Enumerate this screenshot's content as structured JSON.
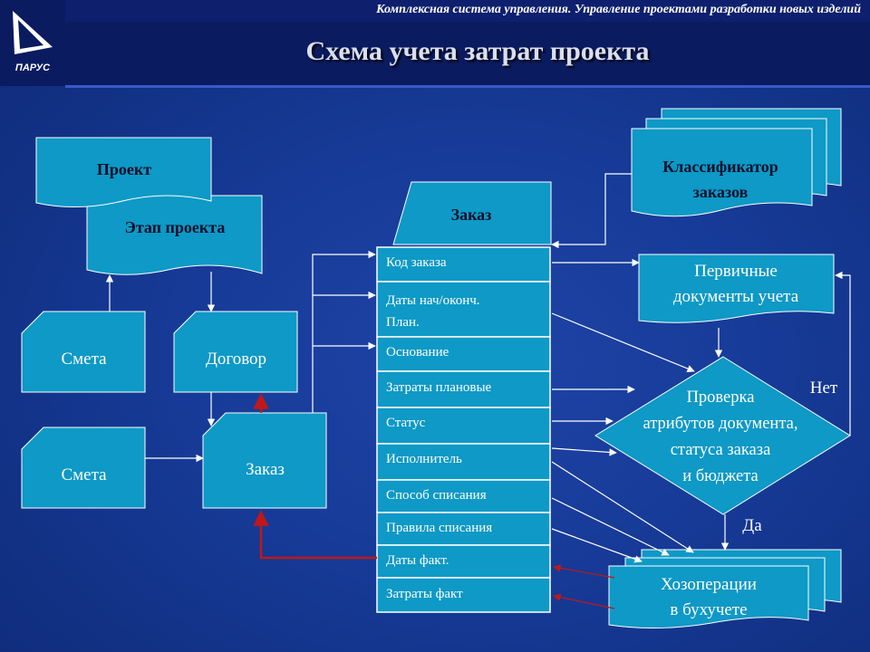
{
  "header": {
    "subtitle": "Комплексная система управления. Управление проектами разработки новых изделий"
  },
  "title": "Схема учета затрат проекта",
  "logo": {
    "icon": "sail-logo-icon",
    "text": "ПАРУС"
  },
  "colors": {
    "shape": "#0e99c6",
    "bg": "#163a96",
    "band": "#0b1b60",
    "arrow_white": "#ffffff",
    "arrow_red": "#c01818"
  },
  "nodes": {
    "project": "Проект",
    "project_stage": "Этап проекта",
    "estimate_1": "Смета",
    "contract": "Договор",
    "estimate_2": "Смета",
    "order_small": "Заказ",
    "order_header": "Заказ",
    "classifier": [
      "Классификатор",
      "заказов"
    ],
    "primary_docs": [
      "Первичные",
      "документы учета"
    ],
    "check": [
      "Проверка",
      "атрибутов документа,",
      "статуса заказа",
      "и бюджета"
    ],
    "no": "Нет",
    "yes": "Да",
    "operations": [
      "Хозоперации",
      "в бухучете"
    ]
  },
  "order_rows": [
    [
      "Код заказа"
    ],
    [
      "Даты нач/оконч.",
      "План."
    ],
    [
      "Основание"
    ],
    [
      "Затраты плановые"
    ],
    [
      "Статус"
    ],
    [
      "Исполнитель"
    ],
    [
      "Способ списания"
    ],
    [
      "Правила списания"
    ],
    [
      "Даты факт."
    ],
    [
      "Затраты факт"
    ]
  ]
}
